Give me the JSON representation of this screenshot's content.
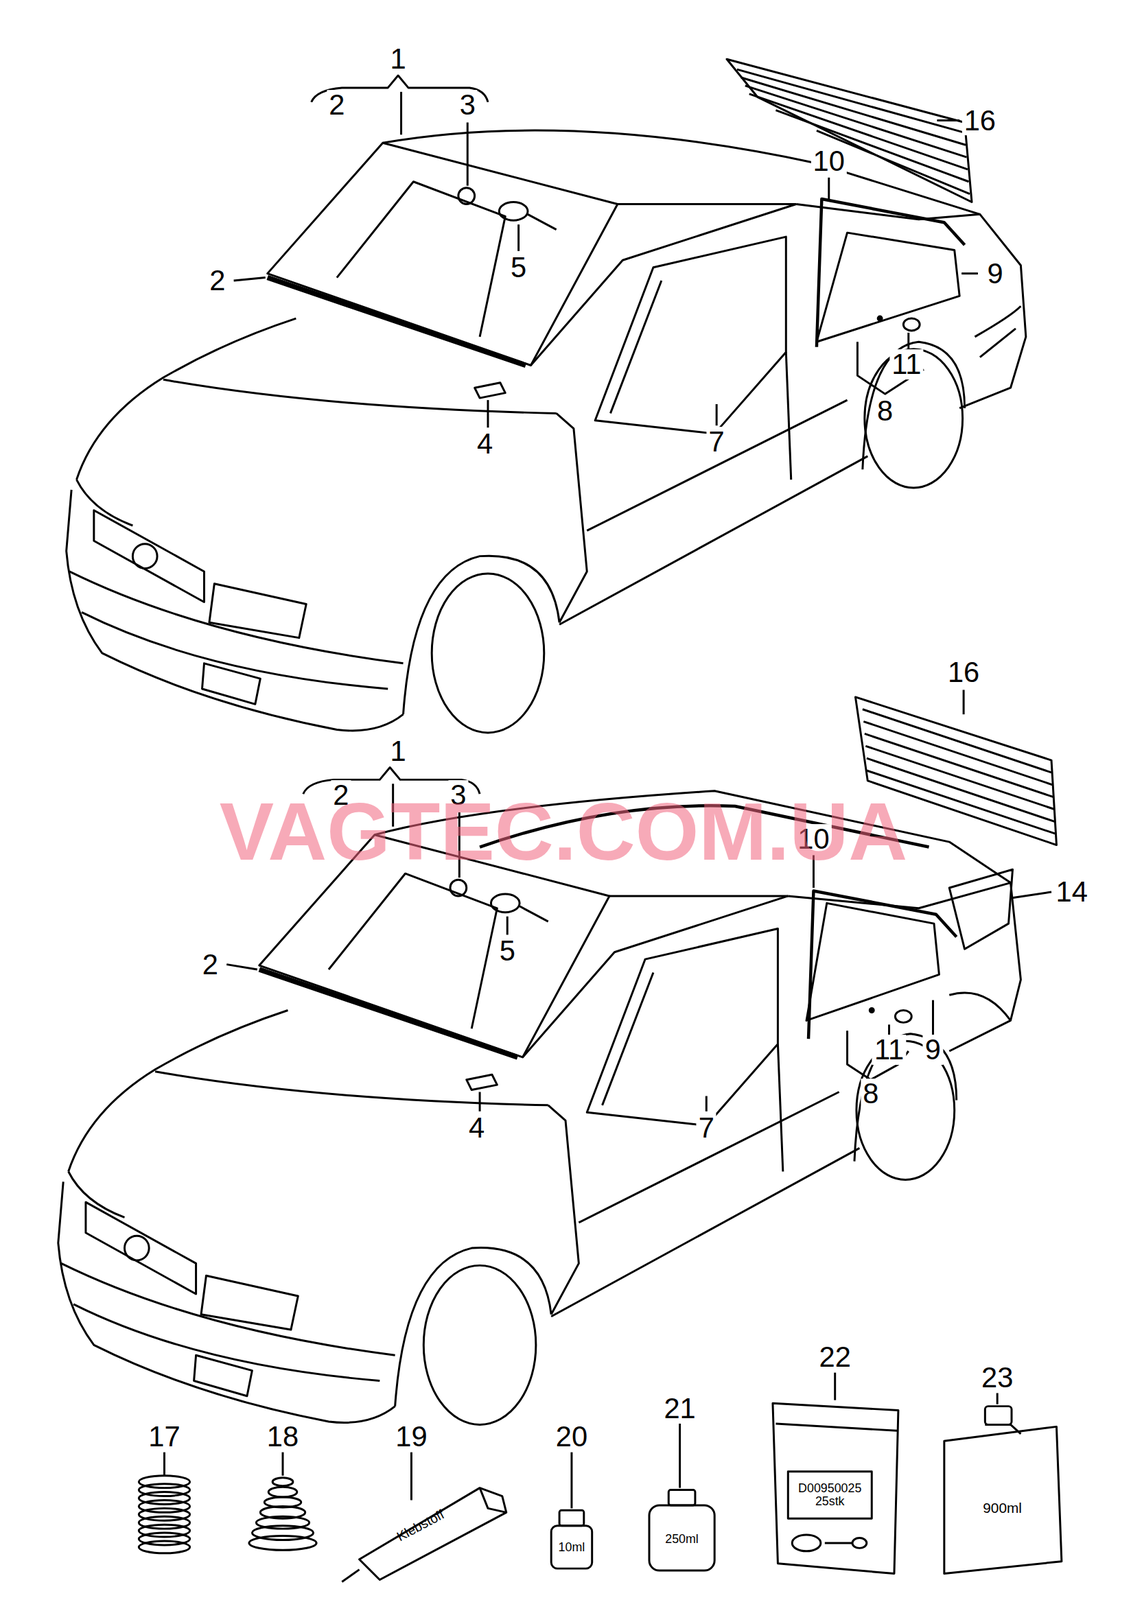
{
  "diagram": {
    "labels": [
      "1",
      "2",
      "3",
      "2",
      "5",
      "4",
      "16",
      "10",
      "9",
      "11",
      "8",
      "7",
      "1",
      "2",
      "3",
      "16",
      "10",
      "14",
      "2",
      "5",
      "11",
      "9",
      "8",
      "7",
      "4",
      "17",
      "18",
      "19",
      "20",
      "21",
      "22",
      "23",
      "Klebstoff",
      "10ml",
      "250ml",
      "D00950025 25stk",
      "900ml",
      "VAGTEC.COM.UA"
    ]
  }
}
